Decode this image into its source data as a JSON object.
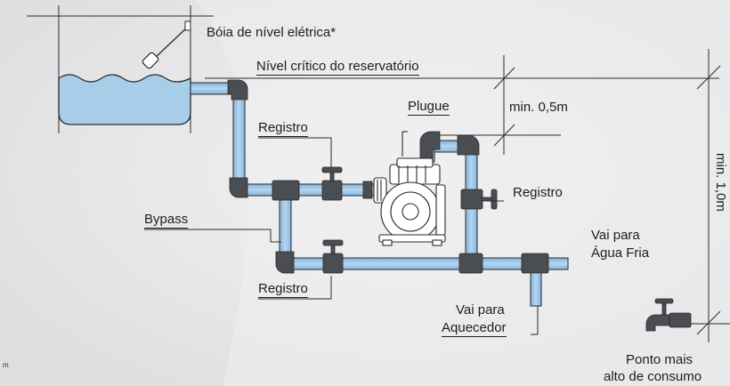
{
  "labels": {
    "float_switch": "Bóia de nível elétrica*",
    "critical_level": "Nível crítico do reservatório",
    "plug": "Plugue",
    "min_half_meter": "min. 0,5m",
    "valve_top": "Registro",
    "valve_right": "Registro",
    "valve_bottom": "Registro",
    "bypass": "Bypass",
    "cold_water_line1": "Vai para",
    "cold_water_line2": "Água Fria",
    "heater_line1": "Vai para",
    "heater_line2": "Aquecedor",
    "min_one_meter": "min. 1,0m",
    "highest_point_line1": "Ponto mais",
    "highest_point_line2": "alto de consumo",
    "corner_mark": "m"
  },
  "icons": [
    "float-switch-icon",
    "water-pump-icon",
    "valve-icon",
    "faucet-icon"
  ],
  "colors": {
    "water": "#a8cde9",
    "pipe": "#9ec6ea",
    "fitting": "#4a4d52",
    "line": "#2a2a2a",
    "background": "#e9e9ea"
  }
}
